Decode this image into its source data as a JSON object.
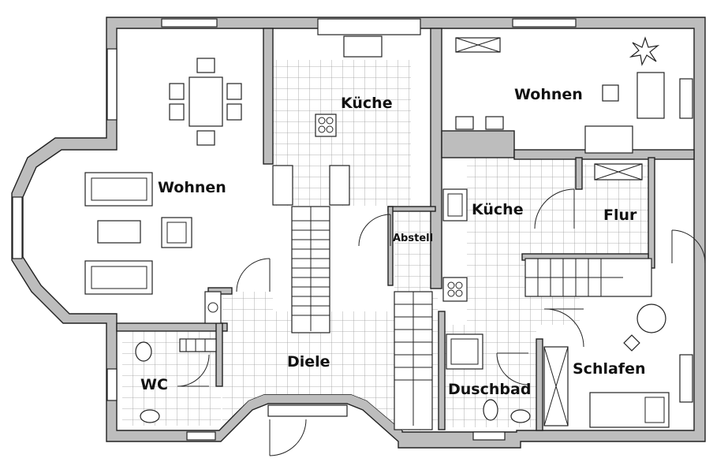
{
  "rooms": {
    "wohnen_left": "Wohnen",
    "kueche_center": "Küche",
    "wohnen_right": "Wohnen",
    "kueche_right": "Küche",
    "flur": "Flur",
    "abstell": "Abstell",
    "diele": "Diele",
    "wc": "WC",
    "duschbad": "Duschbad",
    "schlafen": "Schlafen"
  },
  "colors": {
    "wall_fill": "#bdbdbd",
    "outline": "#222222",
    "tile_grid": "#9a9a9a",
    "background": "#ffffff"
  }
}
